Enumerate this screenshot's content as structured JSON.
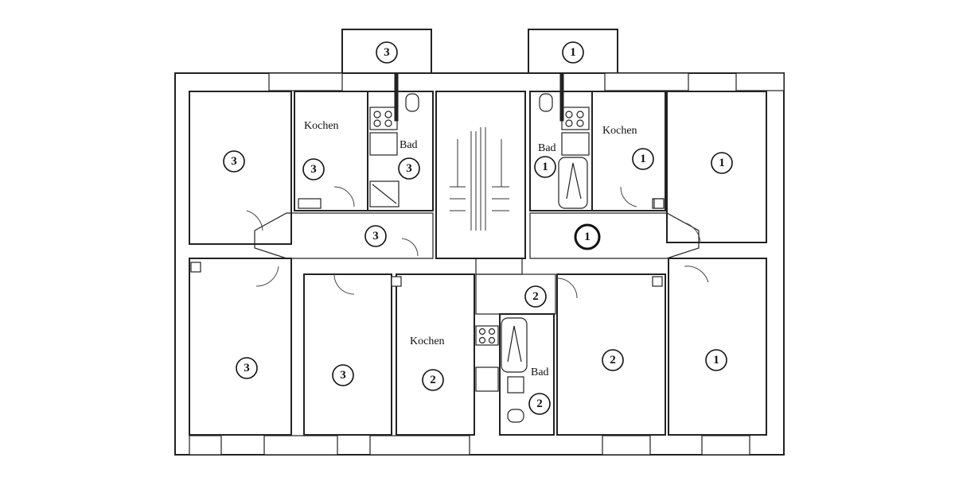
{
  "labels": {
    "kochen": "Kochen",
    "bad": "Bad"
  },
  "units": {
    "u1": "1",
    "u2": "2",
    "u3": "3"
  }
}
